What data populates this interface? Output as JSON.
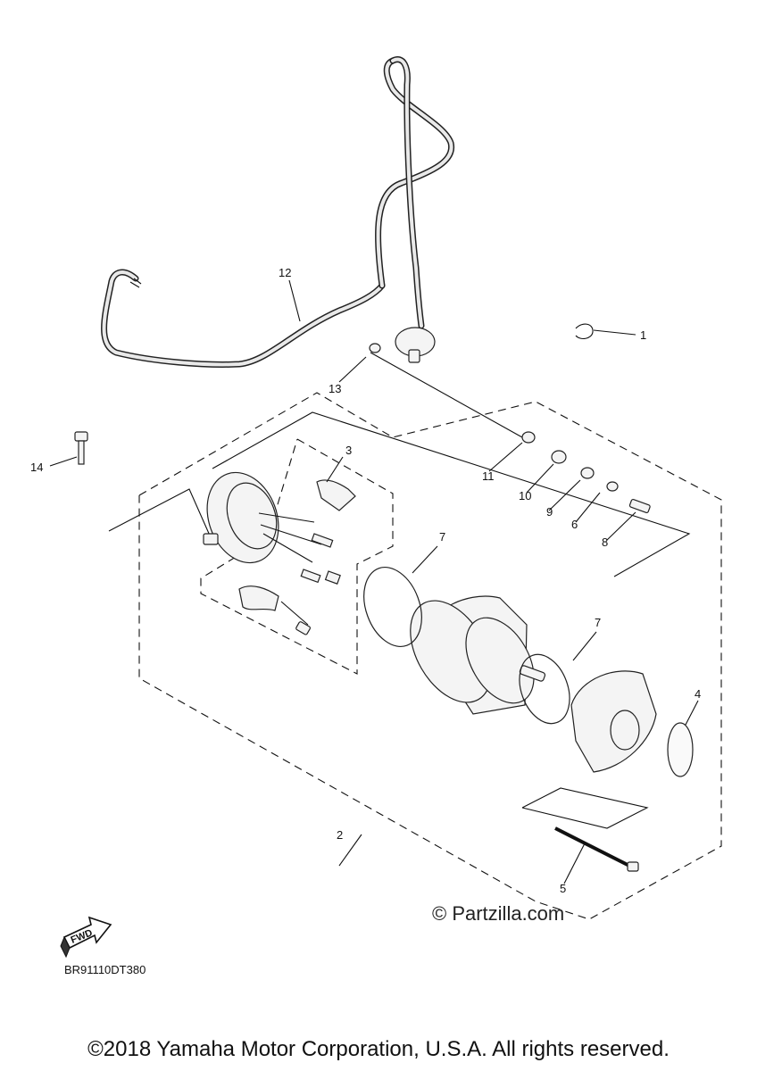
{
  "callouts": {
    "c1": "1",
    "c2": "2",
    "c3": "3",
    "c4": "4",
    "c5": "5",
    "c6": "6",
    "c7a": "7",
    "c7b": "7",
    "c8": "8",
    "c9": "9",
    "c10": "10",
    "c11": "11",
    "c12": "12",
    "c13": "13",
    "c14": "14"
  },
  "fwd_label": "FWD",
  "watermark": "© Partzilla.com",
  "diagram_code": "BR91110DT380",
  "copyright": "©2018  Yamaha Motor Corporation, U.S.A. All rights reserved.",
  "icons": {
    "fwd": "fwd-arrow-icon"
  }
}
